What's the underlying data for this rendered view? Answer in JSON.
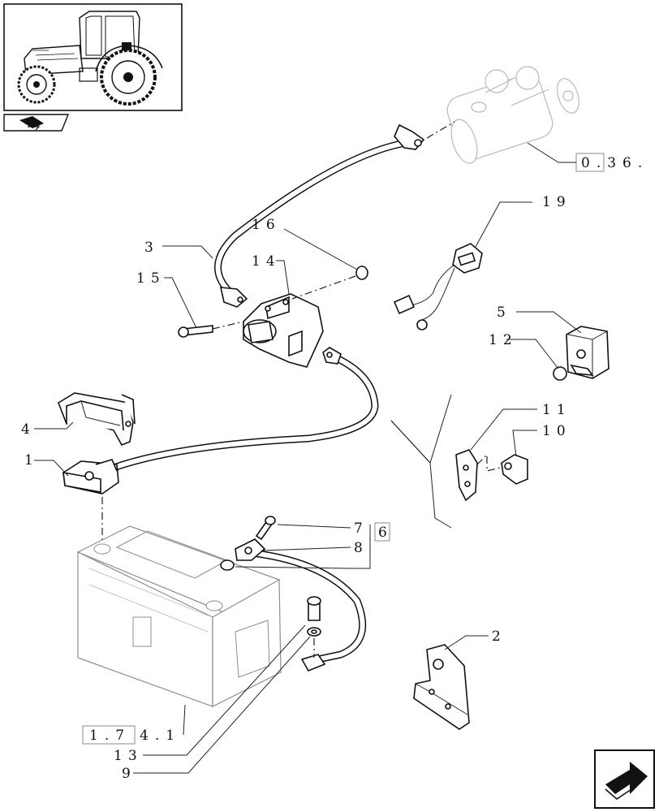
{
  "callouts": {
    "c1": "1",
    "c2": "2",
    "c3": "3",
    "c4": "4",
    "c5": "5",
    "c6": "6",
    "c7": "7",
    "c8": "8",
    "c9": "9",
    "c10": "10",
    "c11": "11",
    "c12": "12",
    "c13": "13",
    "c14": "14",
    "c15": "15",
    "c16": "16",
    "c19": "19"
  },
  "references": {
    "starter": "0.36.",
    "battery_prefix": "1.7",
    "battery_suffix": "4.1"
  },
  "icons": {
    "thumbnail": "tractor-thumbnail",
    "section_mark": "section-arrow-icon",
    "next_page": "next-page-arrow-icon"
  }
}
